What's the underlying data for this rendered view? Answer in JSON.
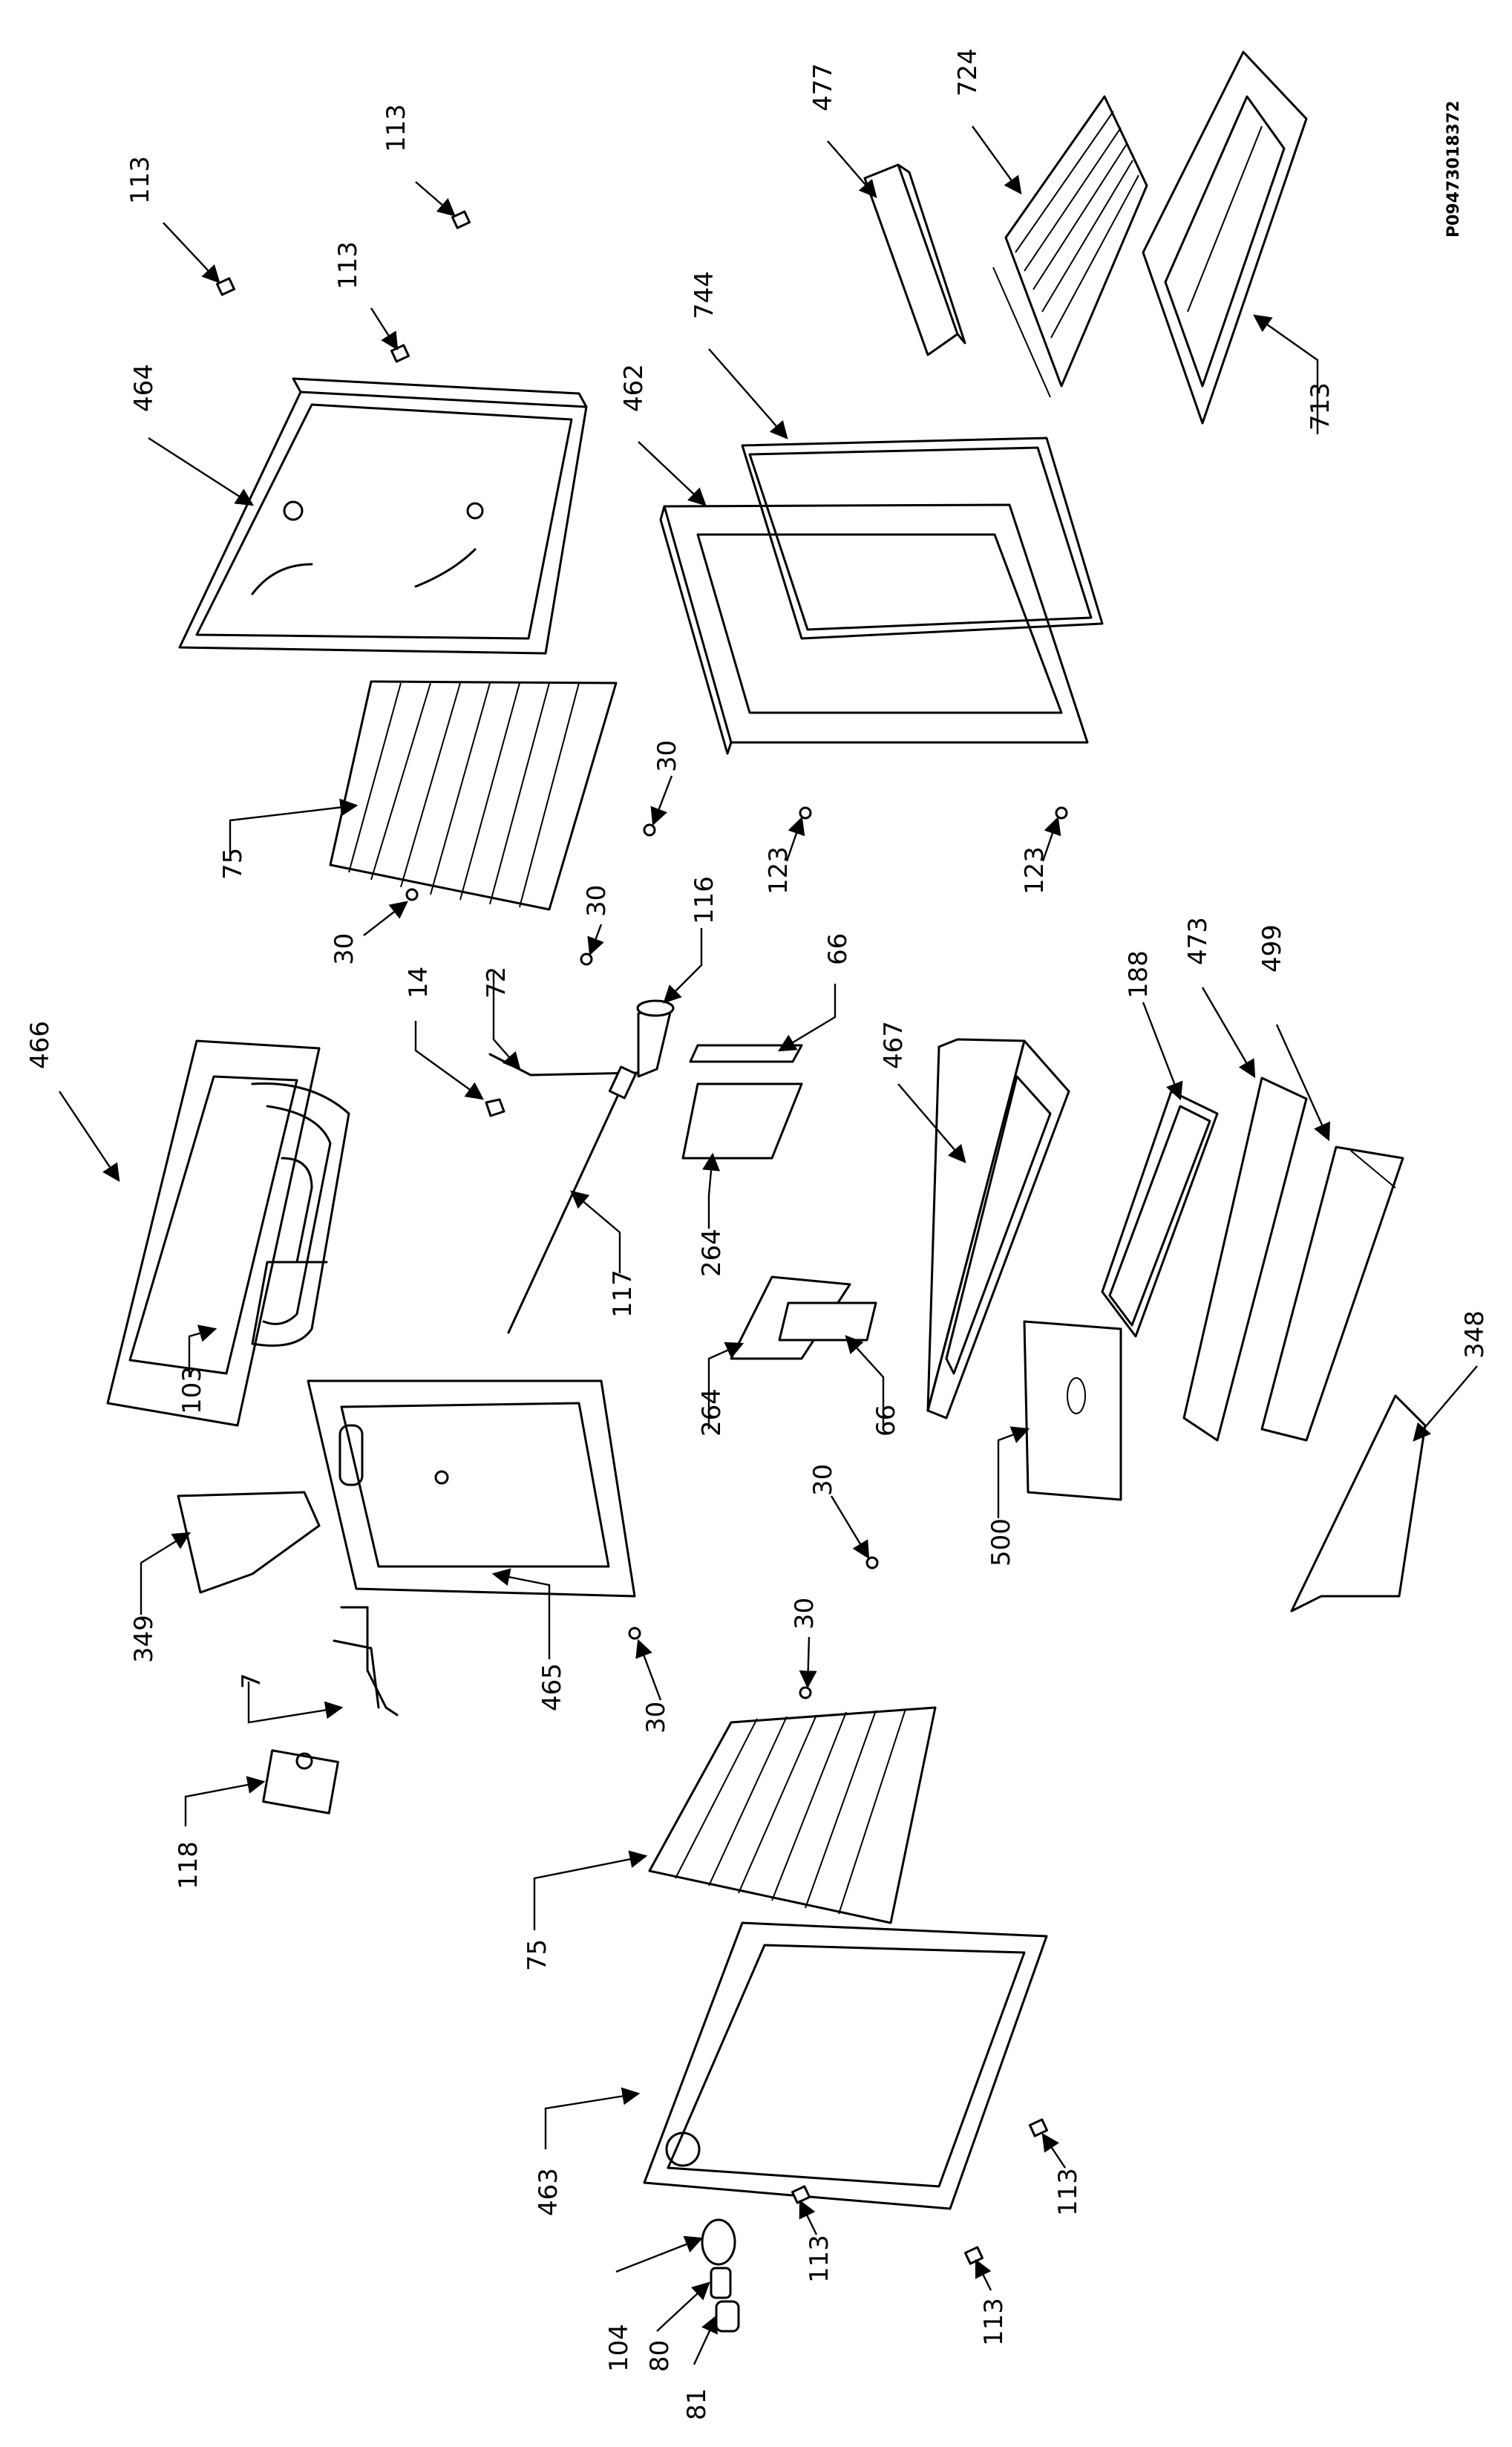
{
  "drawing": {
    "id": "P09473018372",
    "type": "exploded-parts-view"
  },
  "callouts": [
    "113",
    "113",
    "113",
    "464",
    "477",
    "724",
    "462",
    "744",
    "713",
    "75",
    "30",
    "30",
    "30",
    "123",
    "123",
    "116",
    "72",
    "14",
    "466",
    "66",
    "264",
    "117",
    "467",
    "188",
    "473",
    "499",
    "103",
    "264",
    "66",
    "348",
    "500",
    "349",
    "465",
    "30",
    "30",
    "30",
    "7",
    "118",
    "75",
    "463",
    "104",
    "80",
    "81",
    "113",
    "113",
    "113"
  ]
}
